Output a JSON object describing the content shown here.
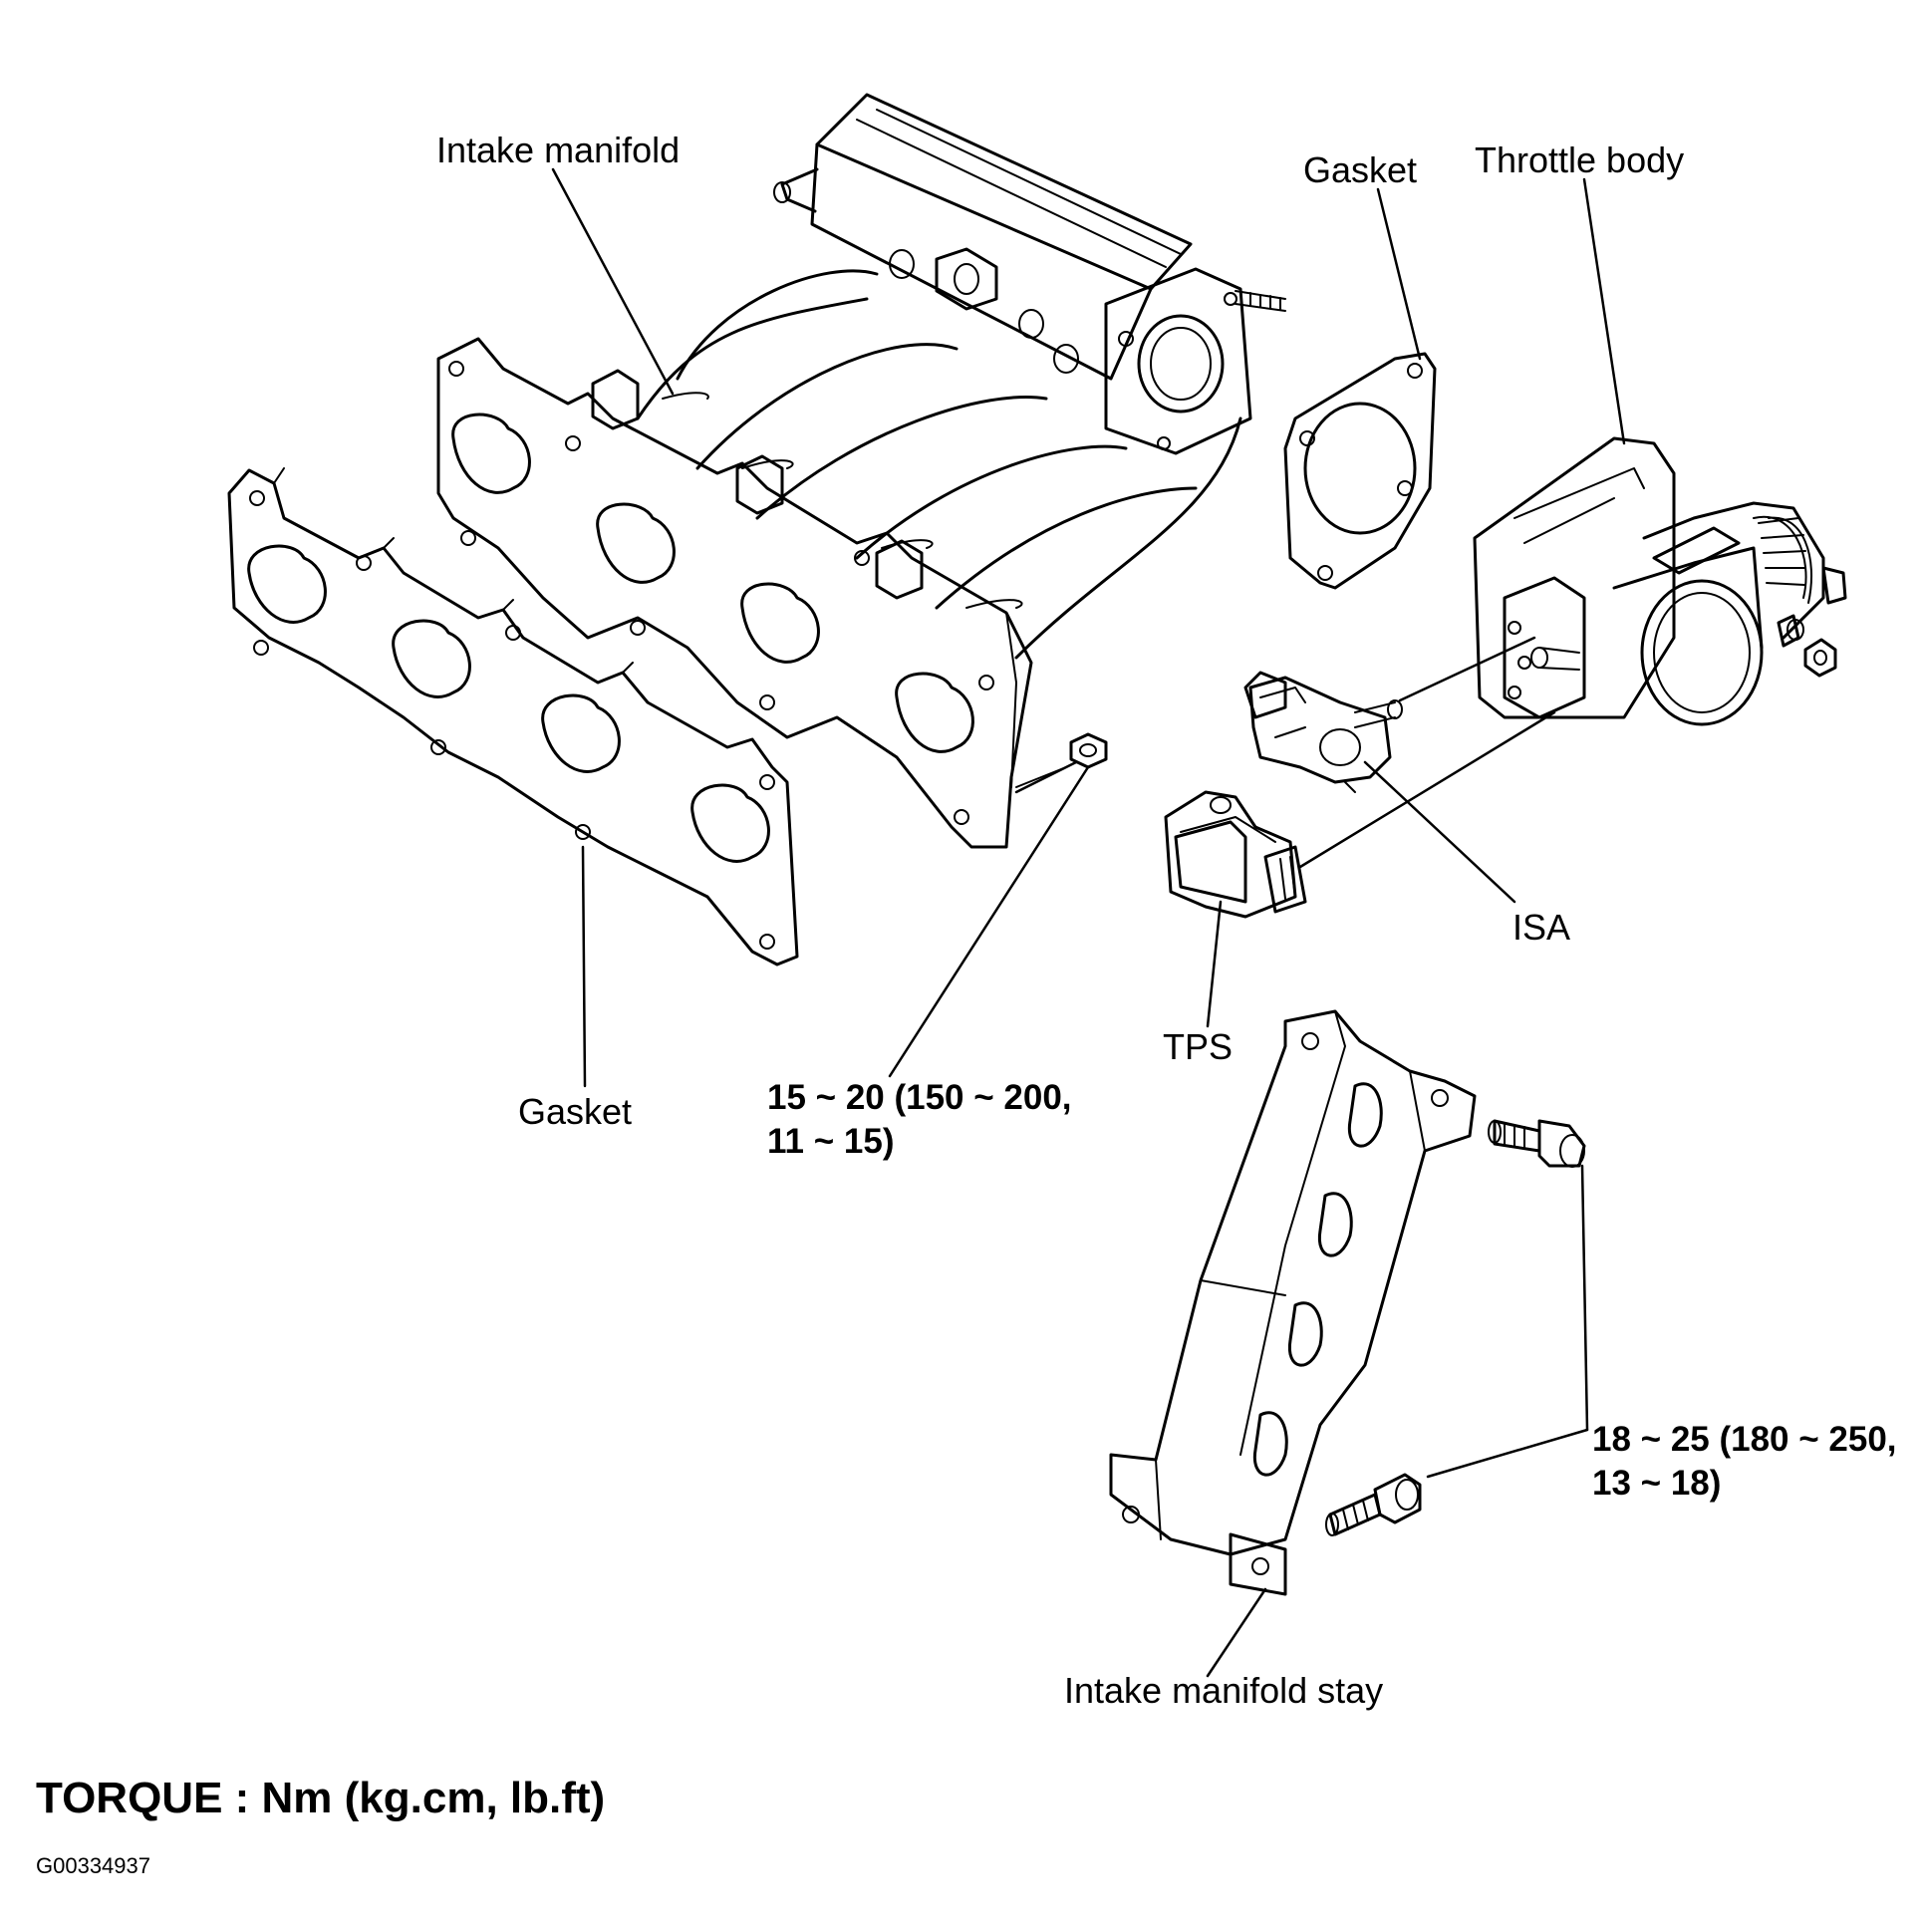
{
  "labels": {
    "intake_manifold": "Intake manifold",
    "gasket_throttle": "Gasket",
    "throttle_body": "Throttle body",
    "isa": "ISA",
    "tps": "TPS",
    "gasket_manifold": "Gasket",
    "intake_manifold_stay": "Intake manifold stay"
  },
  "torque_specs": {
    "manifold_nut_line1": "15 ~ 20 (150 ~ 200,",
    "manifold_nut_line2": "11 ~ 15)",
    "stay_bolt_line1": "18 ~ 25 (180 ~ 250,",
    "stay_bolt_line2": "13 ~ 18)"
  },
  "legend": {
    "torque_units": "TORQUE : Nm (kg.cm, lb.ft)"
  },
  "figure_id": "G00334937"
}
